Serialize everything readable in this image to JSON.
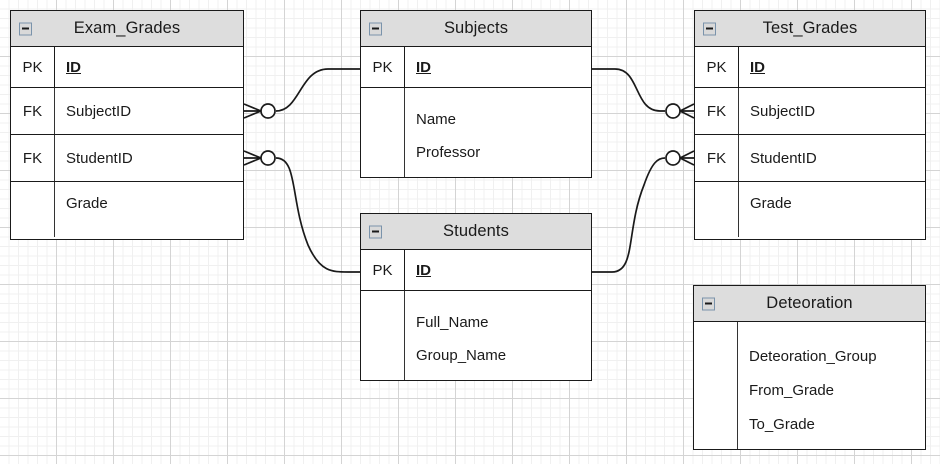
{
  "diagram": {
    "type": "er-diagram",
    "background": "#ffffff",
    "grid_color_minor": "#f0f0f0",
    "grid_color_major": "#d4d4d4",
    "header_fill": "#dddddd",
    "line_color": "#1a1a1a"
  },
  "entities": [
    {
      "id": "exam_grades",
      "title": "Exam_Grades",
      "collapse_icon": "minus-box-icon",
      "rows": [
        {
          "key": "PK",
          "field": "ID",
          "pk": true
        },
        {
          "key": "FK",
          "field": "SubjectID",
          "pk": false
        },
        {
          "key": "FK",
          "field": "StudentID",
          "pk": false
        },
        {
          "key": "",
          "field": "Grade",
          "pk": false
        }
      ]
    },
    {
      "id": "subjects",
      "title": "Subjects",
      "collapse_icon": "minus-box-icon",
      "rows": [
        {
          "key": "PK",
          "field": "ID",
          "pk": true
        }
      ],
      "group_fields": [
        "Name",
        "Professor"
      ]
    },
    {
      "id": "test_grades",
      "title": "Test_Grades",
      "collapse_icon": "minus-box-icon",
      "rows": [
        {
          "key": "PK",
          "field": "ID",
          "pk": true
        },
        {
          "key": "FK",
          "field": "SubjectID",
          "pk": false
        },
        {
          "key": "FK",
          "field": "StudentID",
          "pk": false
        },
        {
          "key": "",
          "field": "Grade",
          "pk": false
        }
      ]
    },
    {
      "id": "students",
      "title": "Students",
      "collapse_icon": "minus-box-icon",
      "rows": [
        {
          "key": "PK",
          "field": "ID",
          "pk": true
        }
      ],
      "group_fields": [
        "Full_Name",
        "Group_Name"
      ]
    },
    {
      "id": "deteoration",
      "title": "Deteoration",
      "collapse_icon": "minus-box-icon",
      "rows": [],
      "group_fields": [
        "Deteoration_Group",
        "From_Grade",
        "To_Grade"
      ]
    }
  ],
  "relationships": [
    {
      "id": "exam-subject",
      "from": "exam_grades.SubjectID",
      "to": "subjects.ID",
      "from_cardinality": "zero-or-many",
      "to_cardinality": "one"
    },
    {
      "id": "exam-student",
      "from": "exam_grades.StudentID",
      "to": "students.ID",
      "from_cardinality": "zero-or-many",
      "to_cardinality": "one"
    },
    {
      "id": "test-subject",
      "from": "test_grades.SubjectID",
      "to": "subjects.ID",
      "from_cardinality": "zero-or-many",
      "to_cardinality": "one"
    },
    {
      "id": "test-student",
      "from": "test_grades.StudentID",
      "to": "students.ID",
      "from_cardinality": "zero-or-many",
      "to_cardinality": "one"
    }
  ]
}
